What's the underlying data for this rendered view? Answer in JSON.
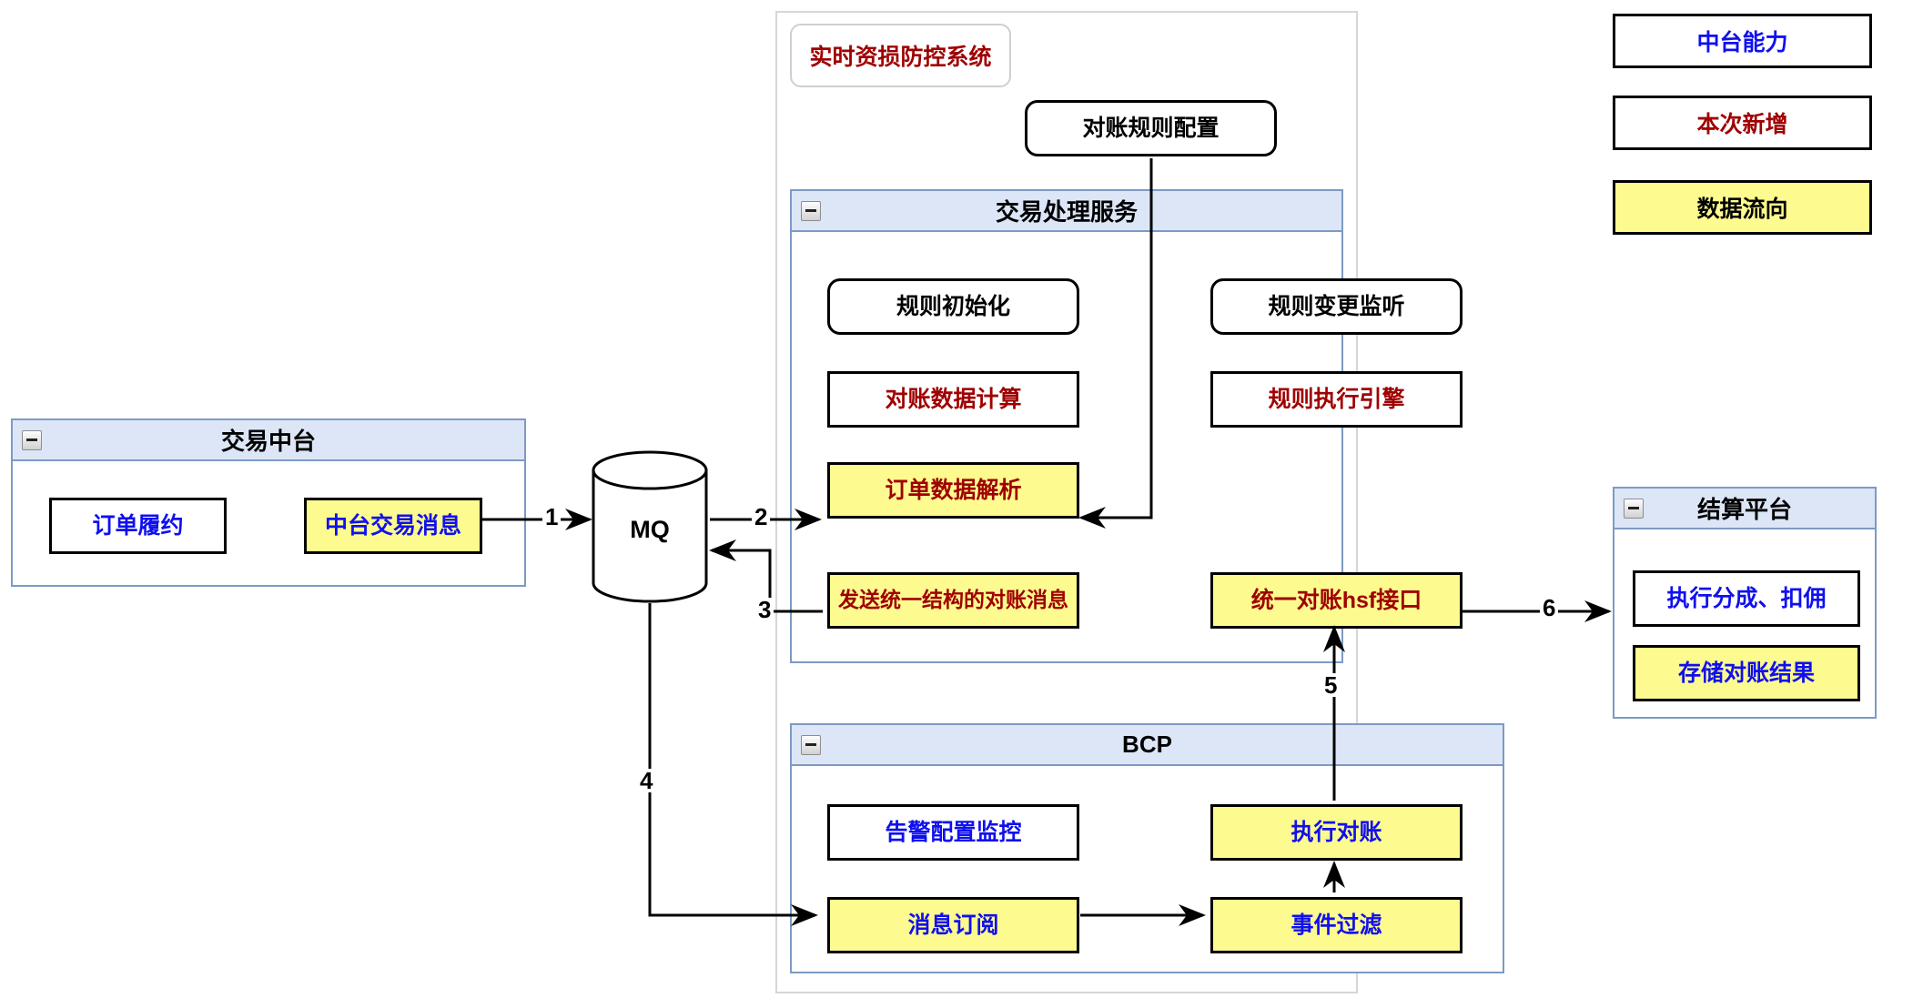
{
  "diagram": {
    "system_frame_title": "实时资损防控系统",
    "mq": {
      "label": "MQ"
    }
  },
  "legend": {
    "items": [
      {
        "label": "中台能力",
        "text_color": "#1010ee",
        "fill": "#ffffff"
      },
      {
        "label": "本次新增",
        "text_color": "#9f0000",
        "fill": "#ffffff"
      },
      {
        "label": "数据流向",
        "text_color": "#000000",
        "fill": "#fdfa8f"
      }
    ]
  },
  "trade_center": {
    "title": "交易中台",
    "nodes": [
      {
        "label": "订单履约",
        "text_color": "#1010ee",
        "fill": "#ffffff"
      },
      {
        "label": "中台交易消息",
        "text_color": "#1010ee",
        "fill": "#fdfa8f"
      }
    ]
  },
  "rule_config": {
    "label": "对账规则配置",
    "text_color": "#000000",
    "fill": "#ffffff"
  },
  "trade_service": {
    "title": "交易处理服务",
    "nodes": [
      {
        "label": "规则初始化",
        "text_color": "#000000",
        "fill": "#ffffff"
      },
      {
        "label": "规则变更监听",
        "text_color": "#000000",
        "fill": "#ffffff"
      },
      {
        "label": "对账数据计算",
        "text_color": "#9f0000",
        "fill": "#ffffff"
      },
      {
        "label": "规则执行引擎",
        "text_color": "#9f0000",
        "fill": "#ffffff"
      },
      {
        "label": "订单数据解析",
        "text_color": "#9f0000",
        "fill": "#fdfa8f"
      },
      {
        "label": "发送统一结构的对账消息",
        "text_color": "#9f0000",
        "fill": "#fdfa8f"
      },
      {
        "label": "统一对账hsf接口",
        "text_color": "#9f0000",
        "fill": "#fdfa8f"
      }
    ]
  },
  "bcp": {
    "title": "BCP",
    "nodes": [
      {
        "label": "告警配置监控",
        "text_color": "#1010ee",
        "fill": "#ffffff"
      },
      {
        "label": "执行对账",
        "text_color": "#1010ee",
        "fill": "#fdfa8f"
      },
      {
        "label": "消息订阅",
        "text_color": "#1010ee",
        "fill": "#fdfa8f"
      },
      {
        "label": "事件过滤",
        "text_color": "#1010ee",
        "fill": "#fdfa8f"
      }
    ]
  },
  "settlement": {
    "title": "结算平台",
    "nodes": [
      {
        "label": "执行分成、扣佣",
        "text_color": "#1010ee",
        "fill": "#ffffff"
      },
      {
        "label": "存储对账结果",
        "text_color": "#1010ee",
        "fill": "#fdfa8f"
      }
    ]
  },
  "edges": {
    "n1": "1",
    "n2": "2",
    "n3": "3",
    "n4": "4",
    "n5": "5",
    "n6": "6"
  },
  "colors": {
    "group_border": "#7d9ac4",
    "group_header": "#dce6f7",
    "yellow": "#fdfa8f",
    "blue_text": "#1010ee",
    "red_text": "#9f0000",
    "frame_border": "#d6d6d6"
  }
}
